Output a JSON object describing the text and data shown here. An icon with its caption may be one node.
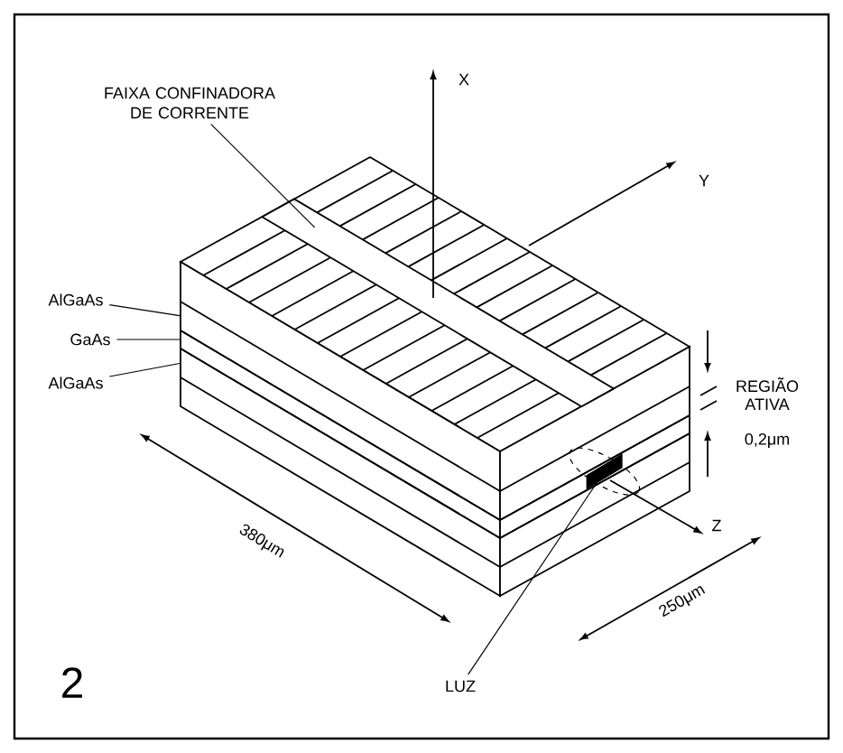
{
  "diagram": {
    "nodes": [
      {
        "text": [
          "FAIXA CONFINADORA DE CORRENTE"
        ]
      },
      {
        "text": [],
        "shape": "bar"
      },
      {
        "text": [
          "AlGaAs"
        ]
      },
      {
        "text": [],
        "shape": "bar"
      },
      {
        "text": [
          "GaAs"
        ]
      },
      {
        "text": [],
        "shape": "bar"
      },
      {
        "text": [
          "AlGaAs"
        ]
      },
      {
        "text": [],
        "shape": "bar"
      },
      {
        "text": [
          "LUZ"
        ]
      },
      {
        "text": [],
        "shape": "circle",
        "in": 5
      }
    ],
    "edges": [
      {
        "from": 0,
        "to": 1,
        "arrow": "none"
      },
      {
        "from": 2,
        "to": 3,
        "arrow": "none"
      },
      {
        "from": 4,
        "to": 5,
        "arrow": "none"
      },
      {
        "from": 6,
        "to": 7,
        "arrow": "none"
      },
      {
        "from": 8,
        "to": 9,
        "arrow": "none"
      }
    ],
    "labels": [
      "X",
      "Y",
      "REGIÃO ATIVA",
      "0,2μm",
      "Z",
      "380μm",
      "250μm",
      "2"
    ]
  }
}
